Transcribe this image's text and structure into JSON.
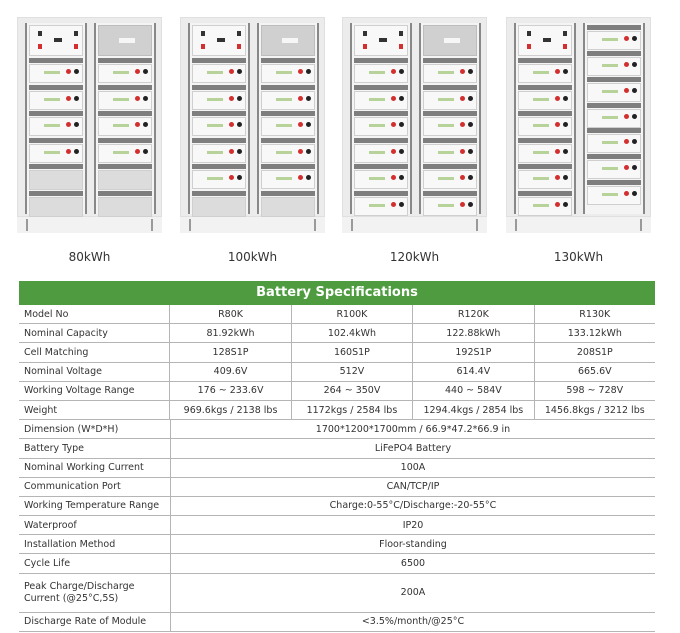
{
  "products": [
    {
      "caption": "80kWh",
      "left_modules": 4,
      "left_empty": 2,
      "right_panel": true,
      "right_modules": 4,
      "right_empty": 2
    },
    {
      "caption": "100kWh",
      "left_modules": 5,
      "left_empty": 1,
      "right_panel": true,
      "right_modules": 5,
      "right_empty": 1
    },
    {
      "caption": "120kWh",
      "left_modules": 6,
      "left_empty": 0,
      "right_panel": true,
      "right_modules": 6,
      "right_empty": 0
    },
    {
      "caption": "130kWh",
      "left_modules": 6,
      "left_empty": 0,
      "right_panel": false,
      "right_modules": 7,
      "right_empty": 0
    }
  ],
  "colors": {
    "header_green": "#4e9c3f",
    "terminal_red": "#d32f2f",
    "grid": "#b5b5b5"
  },
  "table": {
    "title": "Battery Specifications",
    "per_model_rows": [
      {
        "label": "Model No",
        "values": [
          "R80K",
          "R100K",
          "R120K",
          "R130K"
        ]
      },
      {
        "label": "Nominal Capacity",
        "values": [
          "81.92kWh",
          "102.4kWh",
          "122.88kWh",
          "133.12kWh"
        ]
      },
      {
        "label": "Cell Matching",
        "values": [
          "128S1P",
          "160S1P",
          "192S1P",
          "208S1P"
        ]
      },
      {
        "label": "Nominal Voltage",
        "values": [
          "409.6V",
          "512V",
          "614.4V",
          "665.6V"
        ]
      },
      {
        "label": "Working Voltage Range",
        "values": [
          "176 ~ 233.6V",
          "264 ~ 350V",
          "440 ~ 584V",
          "598 ~ 728V"
        ]
      },
      {
        "label": "Weight",
        "values": [
          "969.6kgs / 2138 lbs",
          "1172kgs / 2584 lbs",
          "1294.4kgs / 2854 lbs",
          "1456.8kgs / 3212 lbs"
        ]
      }
    ],
    "shared_rows": [
      {
        "label": "Dimension (W*D*H)",
        "value": "1700*1200*1700mm / 66.9*47.2*66.9 in"
      },
      {
        "label": "Battery Type",
        "value": "LiFePO4 Battery"
      },
      {
        "label": "Nominal Working Current",
        "value": "100A"
      },
      {
        "label": "Communication Port",
        "value": "CAN/TCP/IP"
      },
      {
        "label": "Working Temperature Range",
        "value": "Charge:0-55°C/Discharge:-20-55°C"
      },
      {
        "label": "Waterproof",
        "value": "IP20"
      },
      {
        "label": "Installation Method",
        "value": "Floor-standing"
      },
      {
        "label": "Cycle Life",
        "value": "6500"
      },
      {
        "label_line1": "Peak Charge/Discharge",
        "label_line2": "Current (@25°C,5S)",
        "value": "200A",
        "tall": true
      },
      {
        "label": "Discharge Rate of Module",
        "value": "<3.5%/month/@25°C"
      }
    ]
  }
}
